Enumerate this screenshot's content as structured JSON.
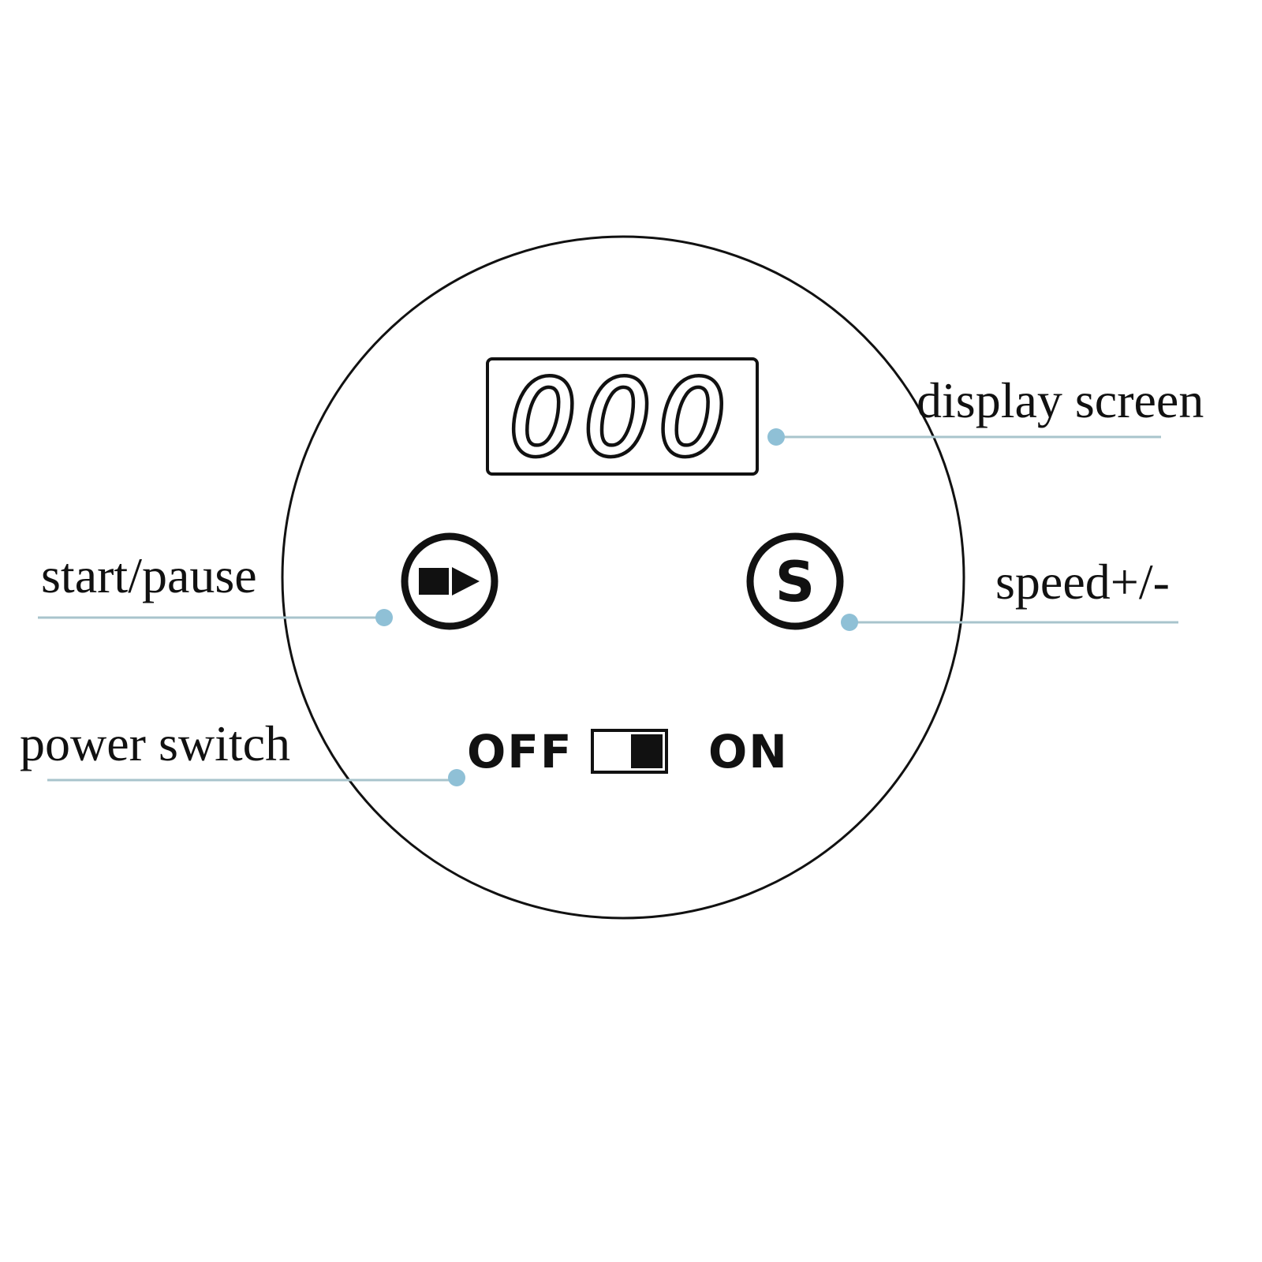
{
  "display": {
    "digits": "000"
  },
  "buttons": {
    "speed_symbol": "S"
  },
  "power_switch": {
    "off_label": "OFF",
    "on_label": "ON",
    "state": "on"
  },
  "callouts": {
    "display_screen": "display screen",
    "start_pause": "start/pause",
    "speed": "speed+/-",
    "power_switch": "power switch"
  },
  "colors": {
    "leader_line": "#a8c4cc",
    "leader_dot": "#8fc0d6",
    "outline": "#111111"
  },
  "icons": {
    "start_pause": "stop-play-icon",
    "speed": "speed-s-icon",
    "switch": "toggle-switch-icon"
  }
}
